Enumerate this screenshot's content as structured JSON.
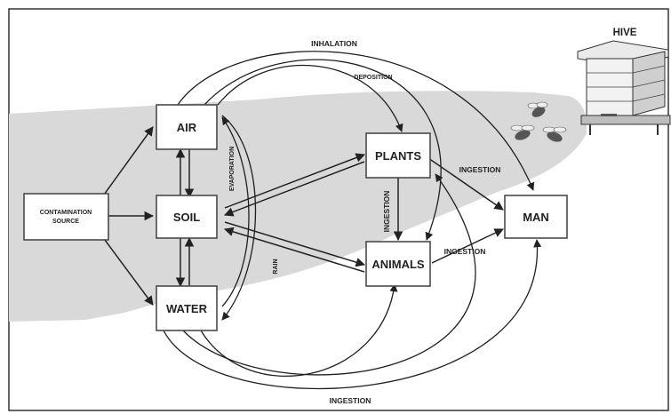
{
  "diagram": {
    "nodes": {
      "contamination_line1": "CONTAMINATION",
      "contamination_line2": "SOURCE",
      "air": "AIR",
      "soil": "SOIL",
      "water": "WATER",
      "plants": "PLANTS",
      "animals": "ANIMALS",
      "man": "MAN",
      "hive": "HIVE"
    },
    "edge_labels": {
      "inhalation": "INHALATION",
      "deposition": "DEPOSITION",
      "evaporation": "EVAPORATION",
      "rain": "RAIN",
      "ingestion_vertical": "INGESTION",
      "ingestion_plants_man": "INGESTION",
      "ingestion_animals_man": "INGESTION",
      "ingestion_bottom": "INGESTION"
    },
    "colors": {
      "shaded_region": "#d9d9d9",
      "arrows": "#222222",
      "boxes_border": "#4a4a4a"
    }
  }
}
